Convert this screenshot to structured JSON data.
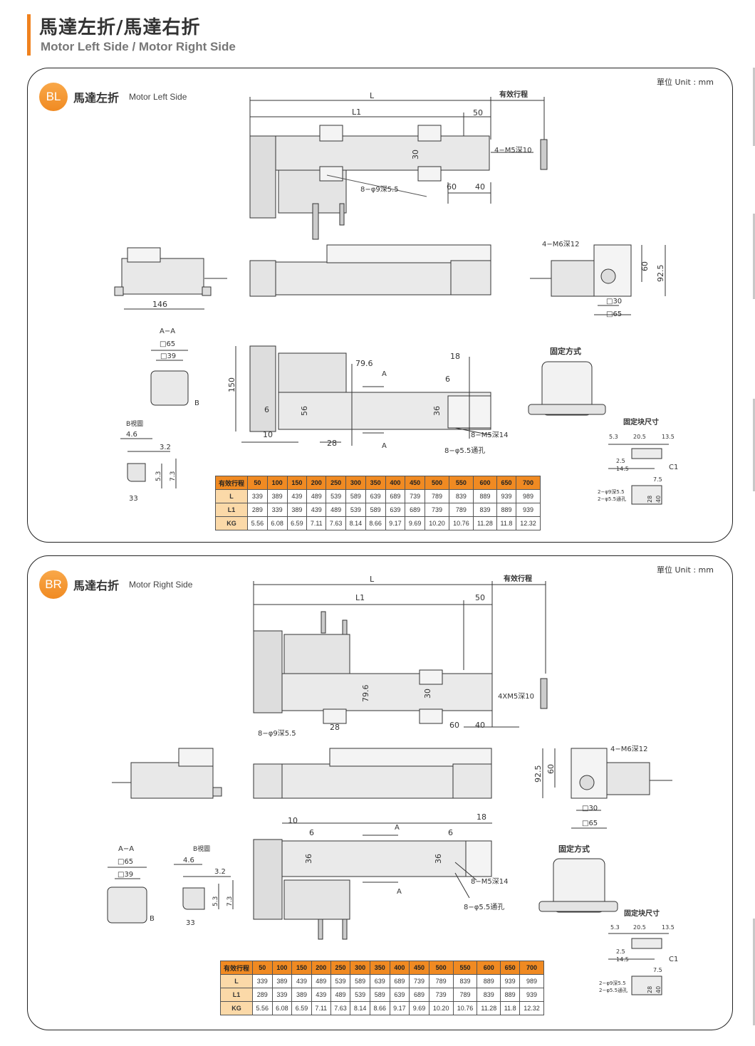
{
  "header": {
    "title_cn": "馬達左折/馬達右折",
    "title_en": "Motor Left Side / Motor Right Side"
  },
  "colors": {
    "accent": "#f08a22",
    "row_label": "#fbd9a8"
  },
  "sections": [
    {
      "badge": "BL",
      "title_cn": "馬達左折",
      "title_en": "Motor Left Side",
      "unit": "單位 Unit : mm",
      "labels": {
        "L": "L",
        "L1": "L1",
        "stroke": "有效行程",
        "d50": "50",
        "d30": "30",
        "d60": "60",
        "d40": "40",
        "m5_10": "4−M5深10",
        "hole9": "8−φ9深5.5",
        "d146": "146",
        "m6_12": "4−M6深12",
        "d60v": "60",
        "d92": "92.5",
        "sq30": "□30",
        "sq65": "□65",
        "aa": "A−A",
        "aa_sq65": "□65",
        "aa_sq39": "□39",
        "b": "B",
        "bview": "B視圖",
        "d46": "4.6",
        "d32": "3.2",
        "d53": "5.3",
        "d73": "7.3",
        "d33": "33",
        "d150": "150",
        "d796": "79.6",
        "d18": "18",
        "d6a": "6",
        "d6b": "6",
        "d56": "56",
        "d36": "36",
        "d10": "10",
        "d28": "28",
        "m5_14": "8−M5深14",
        "hole55": "8−φ5.5通孔",
        "a1": "A",
        "a2": "A",
        "fix": "固定方式",
        "fixsize": "固定块尺寸",
        "f53": "5.3",
        "f205": "20.5",
        "f135": "13.5",
        "f25": "2.5",
        "f145": "14.5",
        "c1": "C1",
        "f75": "7.5",
        "f2": "2−φ9深5.5",
        "f3": "2−φ5.5通孔",
        "f28": "28",
        "f40": "40"
      }
    },
    {
      "badge": "BR",
      "title_cn": "馬達右折",
      "title_en": "Motor Right Side",
      "unit": "單位 Unit : mm",
      "labels": {
        "L": "L",
        "L1": "L1",
        "stroke": "有效行程",
        "d50": "50",
        "d30": "30",
        "d60": "60",
        "d40": "40",
        "m5_10": "4XM5深10",
        "hole9": "8−φ9深5.5",
        "d796": "79.6",
        "d28": "28",
        "m6_12": "4−M6深12",
        "d60v": "60",
        "d92": "92.5",
        "sq30": "□30",
        "sq65": "□65",
        "aa": "A−A",
        "aa_sq65": "□65",
        "aa_sq39": "□39",
        "b": "B",
        "bview": "B視圖",
        "d46": "4.6",
        "d32": "3.2",
        "d53": "5.3",
        "d73": "7.3",
        "d33": "33",
        "d10": "10",
        "d6a": "6",
        "d6b": "6",
        "d18": "18",
        "d36a": "36",
        "d36b": "36",
        "m5_14": "8−M5深14",
        "hole55": "8−φ5.5通孔",
        "a1": "A",
        "a2": "A",
        "fix": "固定方式",
        "fixsize": "固定块尺寸",
        "f53": "5.3",
        "f205": "20.5",
        "f135": "13.5",
        "f25": "2.5",
        "f145": "14.5",
        "c1": "C1",
        "f75": "7.5",
        "f2": "2−φ9深5.5",
        "f3": "2−φ5.5通孔",
        "f28": "28",
        "f40": "40"
      }
    }
  ],
  "spec_table": {
    "rows": [
      {
        "label": "有效行程",
        "values": [
          "50",
          "100",
          "150",
          "200",
          "250",
          "300",
          "350",
          "400",
          "450",
          "500",
          "550",
          "600",
          "650",
          "700"
        ]
      },
      {
        "label": "L",
        "values": [
          "339",
          "389",
          "439",
          "489",
          "539",
          "589",
          "639",
          "689",
          "739",
          "789",
          "839",
          "889",
          "939",
          "989"
        ]
      },
      {
        "label": "L1",
        "values": [
          "289",
          "339",
          "389",
          "439",
          "489",
          "539",
          "589",
          "639",
          "689",
          "739",
          "789",
          "839",
          "889",
          "939"
        ]
      },
      {
        "label": "KG",
        "values": [
          "5.56",
          "6.08",
          "6.59",
          "7.11",
          "7.63",
          "8.14",
          "8.66",
          "9.17",
          "9.69",
          "10.20",
          "10.76",
          "11.28",
          "11.8",
          "12.32"
        ]
      }
    ]
  }
}
